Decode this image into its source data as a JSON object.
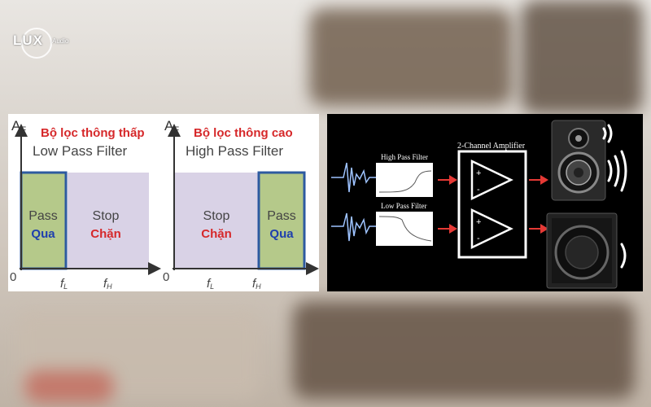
{
  "logo": {
    "brand": "LUX",
    "sub": "Audio"
  },
  "lpf": {
    "axis_label": "A",
    "axis_sub": "F",
    "title_vi": "Bộ lọc thông thấp",
    "title_en": "Low Pass Filter",
    "pass_en": "Pass",
    "pass_vi": "Qua",
    "stop_en": "Stop",
    "stop_vi": "Chặn",
    "origin": "0",
    "fl": "f",
    "fl_sub": "L",
    "fh": "f",
    "fh_sub": "H"
  },
  "hpf": {
    "axis_label": "A",
    "axis_sub": "F",
    "title_vi": "Bộ lọc thông cao",
    "title_en": "High Pass Filter",
    "pass_en": "Pass",
    "pass_vi": "Qua",
    "stop_en": "Stop",
    "stop_vi": "Chặn",
    "origin": "0",
    "fl": "f",
    "fl_sub": "L",
    "fh": "f",
    "fh_sub": "H"
  },
  "signal_chain": {
    "hp_label": "High Pass Filter",
    "lp_label": "Low Pass Filter",
    "amp_label": "2-Channel Amplifier",
    "plus": "+",
    "minus": "-"
  },
  "colors": {
    "pass_green": "#b5c98a",
    "stop_purple": "#d9d2e6",
    "outline_blue": "#2d5aa0",
    "title_red": "#d6282a",
    "vi_blue": "#1e3fae",
    "vi_red": "#d6282a",
    "arrow_red": "#e53935"
  }
}
